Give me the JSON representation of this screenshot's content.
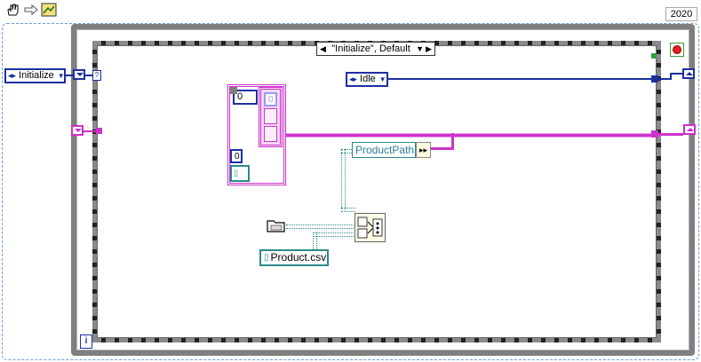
{
  "toolbar": {
    "items": [
      {
        "icon": "hand-icon"
      },
      {
        "icon": "arrow-right-icon"
      },
      {
        "icon": "labview-icon"
      }
    ]
  },
  "version_label": "2020",
  "case_selector": {
    "label": "\"Initialize\", Default"
  },
  "enum_left": {
    "value": "Initialize"
  },
  "enum_idle": {
    "value": "Idle"
  },
  "cluster": {
    "numeric_top": "0",
    "array_index": "0",
    "numeric_bottom": "0"
  },
  "product_path_label": "ProductPath",
  "file_constant": "Product.csv",
  "iteration_terminal": "i",
  "colors": {
    "enum_wire": "#1c2fa0",
    "cluster_wire": "#cc33cc",
    "path_wire": "#2a8a8a",
    "loop_frame": "#7f7f7f"
  }
}
